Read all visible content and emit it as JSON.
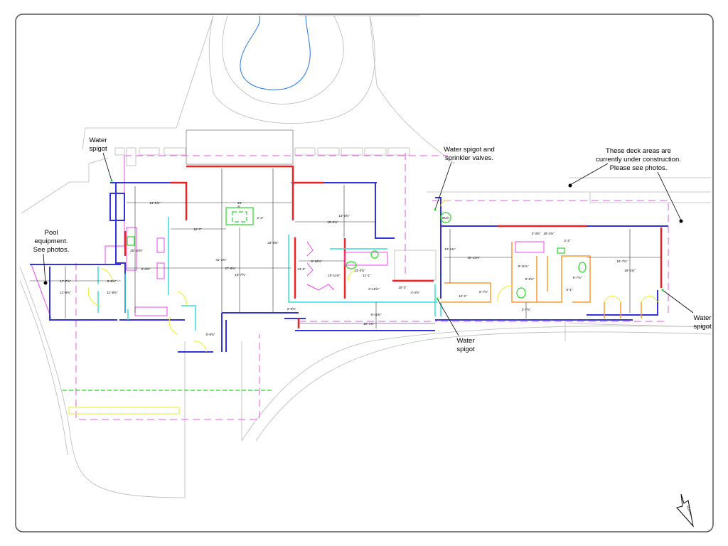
{
  "drawing": {
    "annotations": {
      "water_spigot_nw": [
        "Water",
        "spigot"
      ],
      "pool_equipment": [
        "Pool",
        "equipment.",
        "See photos."
      ],
      "spigot_sprinkler": [
        "Water spigot and",
        "sprinkler valves."
      ],
      "deck_areas": [
        "These deck areas are",
        "currently under construction.",
        "Please see photos."
      ],
      "water_spigot_s": [
        "Water",
        "spigot"
      ],
      "water_spigot_e": [
        "Water",
        "spigot"
      ]
    },
    "north_arrow_label": "NORTH",
    "fixture_label": "BUH",
    "dimensions": [
      "13'-5⅞\"",
      "24'",
      "12'-7\"",
      "5'",
      "2'-2\"",
      "33'-6⅝\"",
      "41'-2⅜\"",
      "27'-8⅝\"",
      "16'-7⅝\"",
      "9'-8⅝\"",
      "25'-10⅝\"",
      "17'-7⅝\"",
      "6'-8⅝\"",
      "11'-9⅝\"",
      "11'-9⅝\"",
      "3'-9⅝\"",
      "6'-8⅝\"",
      "14'-5⅝\"",
      "15'-0⅝\"",
      "9'-10⅝\"",
      "13'-9\"",
      "10'-11⅜\"",
      "13'-4⅝\"",
      "11'-1\"",
      "6'-10⅝\"",
      "10'-3\"",
      "4'-4⅝\"",
      "9'-11⅜\"",
      "20'-1⅜\"",
      "12'-1⅜\"",
      "15'-11⅜\"",
      "12'-1\"",
      "3'-7⅝\"",
      "3'-3⅝\"",
      "18'-4⅝\"",
      "2'-2\"",
      "8'-11⅝\"",
      "9'-8⅝\"",
      "9'-7⅝\"",
      "6'-1\"",
      "3'-7⅝\"",
      "18'-7⅝\"",
      "19'-1⅜\""
    ]
  }
}
